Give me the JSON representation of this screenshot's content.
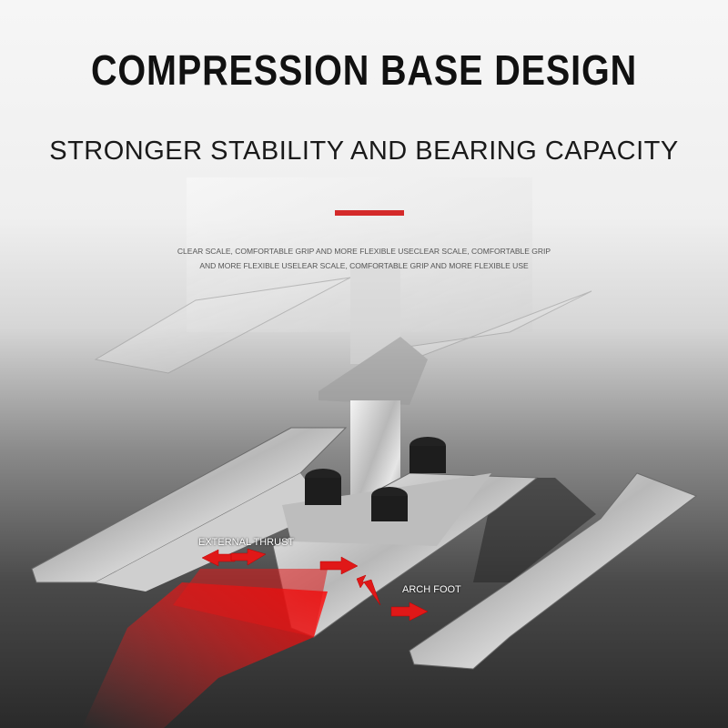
{
  "title": "COMPRESSION BASE DESIGN",
  "subtitle": "STRONGER STABILITY AND BEARING CAPACITY",
  "description": "CLEAR SCALE, COMFORTABLE GRIP AND MORE FLEXIBLE USECLEAR SCALE, COMFORTABLE GRIP AND MORE FLEXIBLE USELEAR SCALE, COMFORTABLE GRIP AND MORE FLEXIBLE USE",
  "labels": {
    "external_thrust": "EXTERNAL THRUST",
    "arch_foot": "ARCH FOOT"
  },
  "colors": {
    "accent": "#d42a2a",
    "arrow": "#e01818",
    "title": "#111111"
  }
}
